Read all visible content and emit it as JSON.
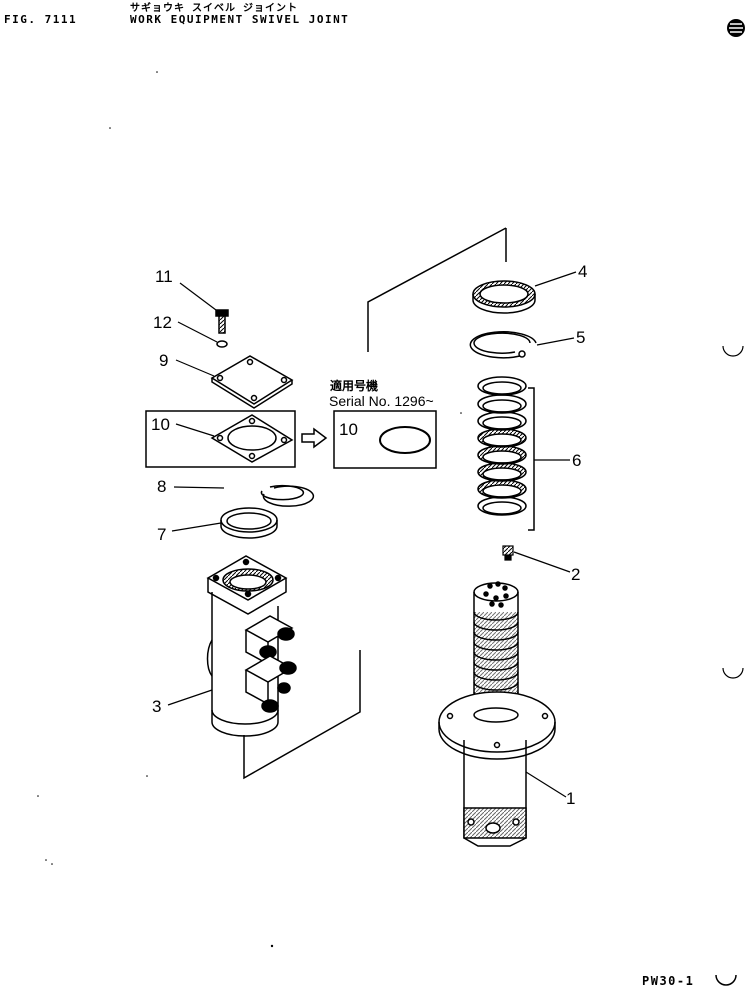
{
  "header": {
    "fig_label": "FIG. 7111",
    "title_jp": "サギョウキ スイベル ジョイント",
    "title_en": "WORK EQUIPMENT SWIVEL JOINT"
  },
  "serial_note": {
    "label_jp": "適用号機",
    "label_en": "Serial No. 1296~"
  },
  "callouts": [
    "1",
    "2",
    "3",
    "4",
    "5",
    "6",
    "7",
    "8",
    "9",
    "10",
    "10",
    "11",
    "12"
  ],
  "footer": {
    "page_code": "PW30-1"
  },
  "icons": [
    "binder-hole-icon",
    "logo-icon",
    "arrow-right-icon"
  ]
}
